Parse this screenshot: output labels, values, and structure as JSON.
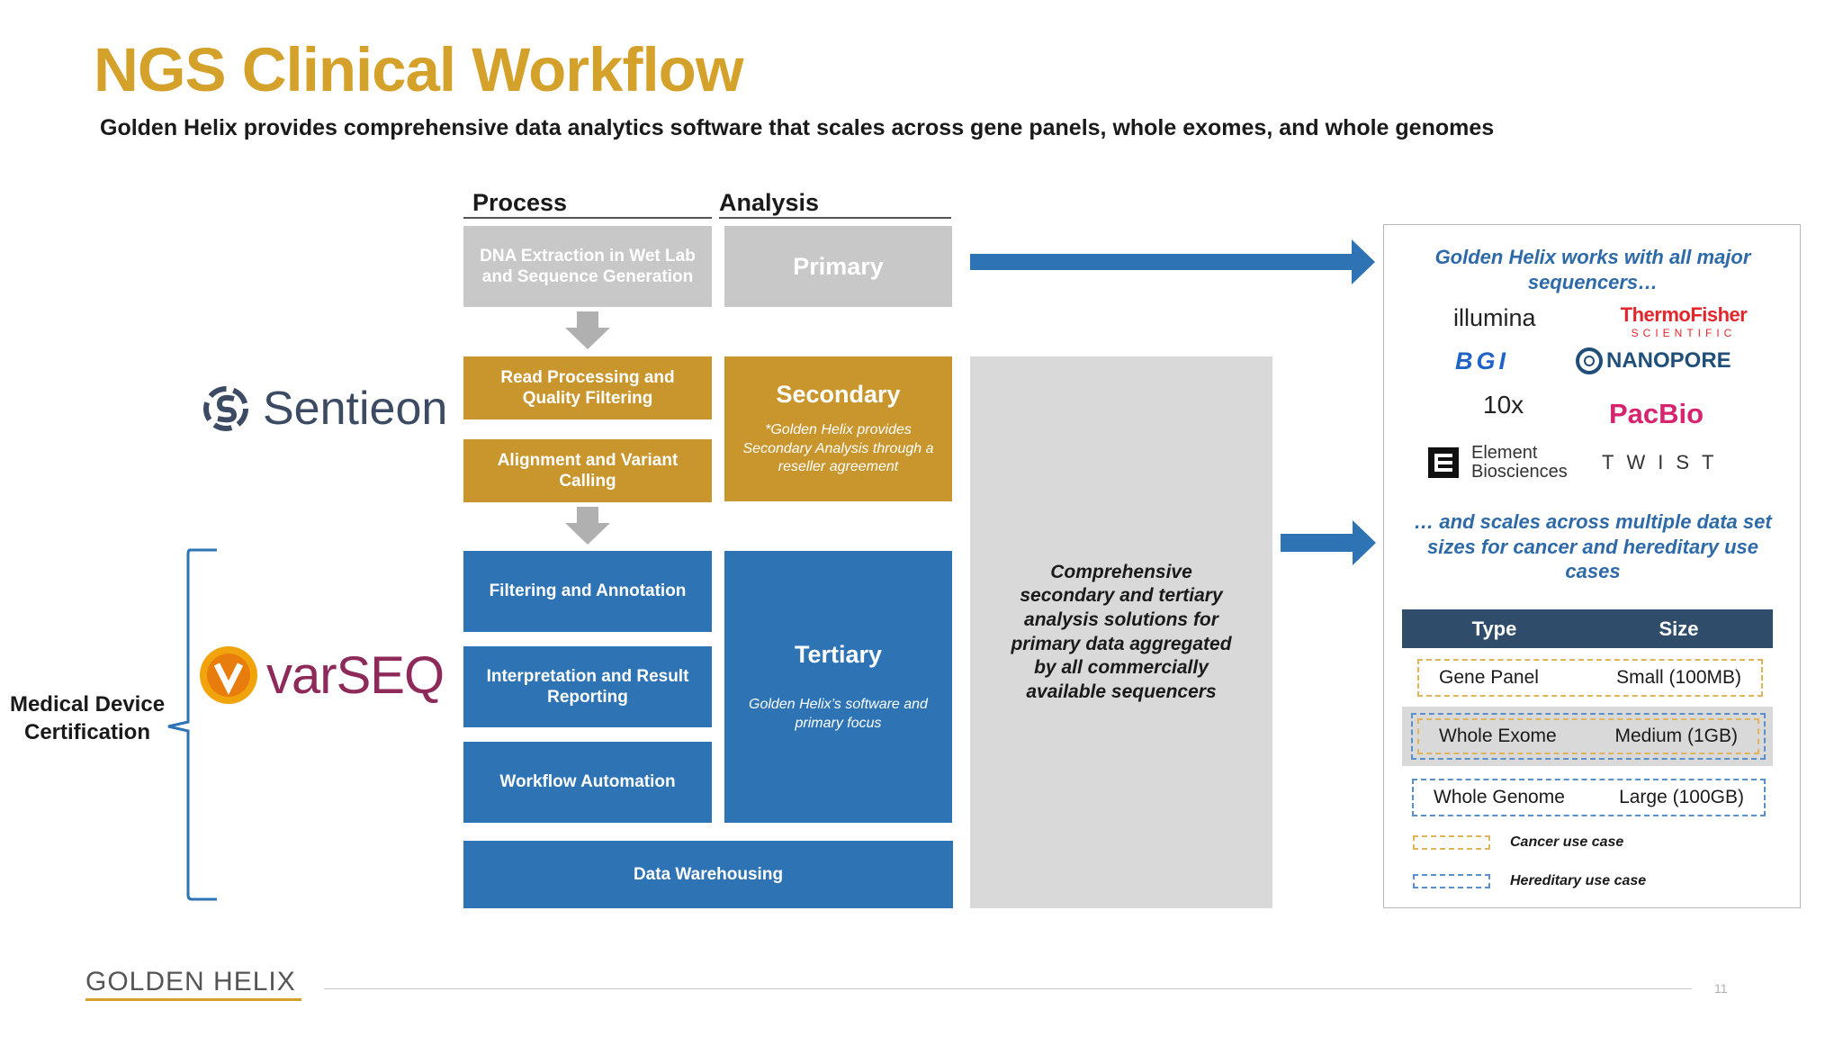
{
  "header": {
    "title": "NGS Clinical Workflow",
    "subtitle": "Golden Helix provides comprehensive data analytics software that scales across gene panels, whole exomes, and whole genomes"
  },
  "columns": {
    "process": "Process",
    "analysis": "Analysis"
  },
  "process_steps": {
    "dna": "DNA Extraction in Wet Lab and Sequence Generation",
    "read_processing": "Read Processing and Quality Filtering",
    "alignment": "Alignment and Variant Calling",
    "filtering": "Filtering and Annotation",
    "interpretation": "Interpretation and Result Reporting",
    "workflow": "Workflow Automation",
    "warehousing": "Data Warehousing"
  },
  "analysis_stages": {
    "primary": "Primary",
    "secondary": "Secondary",
    "secondary_note": "*Golden Helix provides Secondary Analysis through a reseller agreement",
    "tertiary": "Tertiary",
    "tertiary_note": "Golden Helix’s software and primary focus"
  },
  "grey_panel_text": "Comprehensive secondary and tertiary analysis solutions for primary data aggregated by all commercially available sequencers",
  "left": {
    "sentieon_logo": "Sentieon",
    "varseq_logo": "varSEQ",
    "certification": "Medical Device Certification"
  },
  "right_panel": {
    "heading": "Golden Helix works with all major sequencers…",
    "sequencers": {
      "illumina": "illumina",
      "thermo_main": "ThermoFisher",
      "thermo_sub": "SCIENTIFIC",
      "bgi": "BGI",
      "nanopore": "NANOPORE",
      "tenx": "10x",
      "pacbio": "PacBio",
      "element_1": "Element",
      "element_2": "Biosciences",
      "twist": "TWIST"
    },
    "scales_text": "… and scales across multiple data set sizes for cancer and hereditary use cases",
    "table": {
      "headers": [
        "Type",
        "Size"
      ],
      "rows": [
        {
          "type": "Gene Panel",
          "size": "Small (100MB)"
        },
        {
          "type": "Whole Exome",
          "size": "Medium (1GB)"
        },
        {
          "type": "Whole Genome",
          "size": "Large (100GB)"
        }
      ]
    },
    "legend": {
      "cancer": "Cancer use case",
      "hereditary": "Hereditary use case"
    }
  },
  "footer": {
    "logo": "GOLDEN HELIX",
    "page_number": "11"
  },
  "colors": {
    "gold": "#c9962e",
    "blue": "#2e74b5",
    "grey": "#c8c8c8",
    "title": "#d4a12a",
    "arrow": "#2e74b5"
  }
}
